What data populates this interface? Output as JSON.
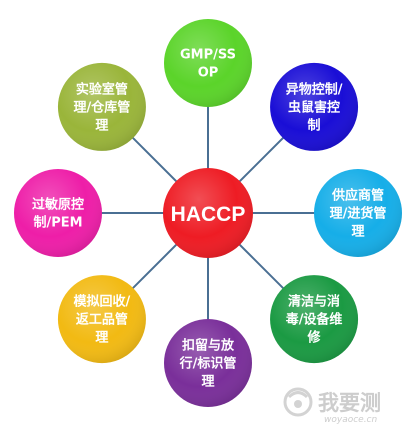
{
  "center": {
    "label": "HACCP",
    "color": "#ee1c24"
  },
  "nodes": [
    {
      "lines": [
        "GMP/SS",
        "OP"
      ],
      "color": "#5bd42a"
    },
    {
      "lines": [
        "异物控制/",
        "虫鼠害控",
        "制"
      ],
      "color": "#1a0ed6"
    },
    {
      "lines": [
        "供应商管",
        "理/进货管",
        "理"
      ],
      "color": "#16aee8"
    },
    {
      "lines": [
        "清洁与消",
        "毒/设备维",
        "修"
      ],
      "color": "#1b9a43"
    },
    {
      "lines": [
        "扣留与放",
        "行/标识管",
        "理"
      ],
      "color": "#7a2f9a"
    },
    {
      "lines": [
        "模拟回收/",
        "返工品管",
        "理"
      ],
      "color": "#f2ba13"
    },
    {
      "lines": [
        "过敏原控",
        "制/PEM"
      ],
      "color": "#ee1ea8"
    },
    {
      "lines": [
        "实验室管",
        "理/仓库管",
        "理"
      ],
      "color": "#9ab53a"
    }
  ],
  "connector_color": "#4a6f93",
  "watermark": {
    "text": "我要测",
    "url": "woyaoce.cn"
  }
}
